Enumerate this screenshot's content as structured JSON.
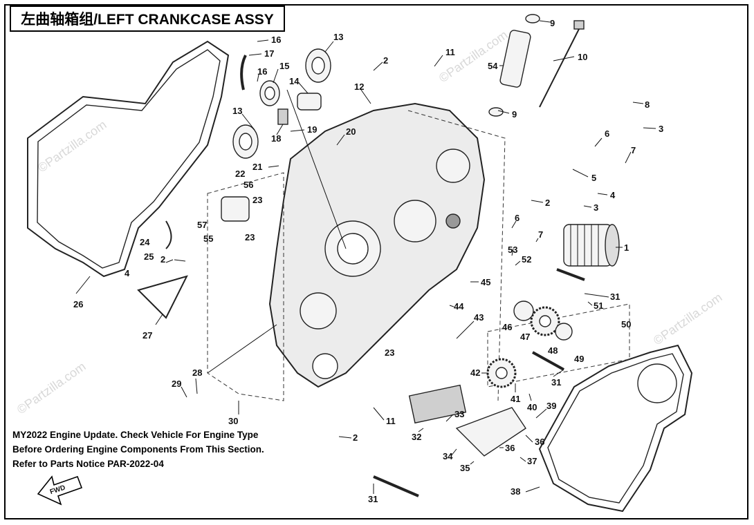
{
  "title": "左曲轴箱组/LEFT CRANKCASE ASSY",
  "notice": [
    "MY2022 Engine Update. Check Vehicle For Engine Type",
    "Before Ordering Engine Components From This Section.",
    "Refer to Parts Notice PAR-2022-04"
  ],
  "watermark": "©Partzilla.com",
  "fwd_label": "FWD",
  "callouts": {
    "c16a": "16",
    "c17": "17",
    "c16b": "16",
    "c15": "15",
    "c13a": "13",
    "c14": "14",
    "c13b": "13",
    "c18": "18",
    "c19": "19",
    "c2a": "2",
    "c11a": "11",
    "c12": "12",
    "c20": "20",
    "c21": "21",
    "c22": "22",
    "c56": "56",
    "c23a": "23",
    "c57": "57",
    "c55": "55",
    "c23b": "23",
    "c24": "24",
    "c25": "25",
    "c2b": "2",
    "c4a": "4",
    "c26": "26",
    "c27": "27",
    "c28": "28",
    "c29": "29",
    "c30": "30",
    "c9a": "9",
    "c54": "54",
    "c9b": "9",
    "c10": "10",
    "c8": "8",
    "c3a": "3",
    "c6a": "6",
    "c7a": "7",
    "c5": "5",
    "c4b": "4",
    "c2c": "2",
    "c3b": "3",
    "c6b": "6",
    "c7b": "7",
    "c53": "53",
    "c52": "52",
    "c1": "1",
    "c45": "45",
    "c44": "44",
    "c31a": "31",
    "c51": "51",
    "c43": "43",
    "c46": "46",
    "c47": "47",
    "c50": "50",
    "c48": "48",
    "c49": "49",
    "c23c": "23",
    "c42": "42",
    "c31b": "31",
    "c41": "41",
    "c40": "40",
    "c39": "39",
    "c11b": "11",
    "c33": "33",
    "c2d": "2",
    "c32": "32",
    "c36a": "36",
    "c34": "34",
    "c36b": "36",
    "c37": "37",
    "c35": "35",
    "c38": "38",
    "c31c": "31"
  }
}
